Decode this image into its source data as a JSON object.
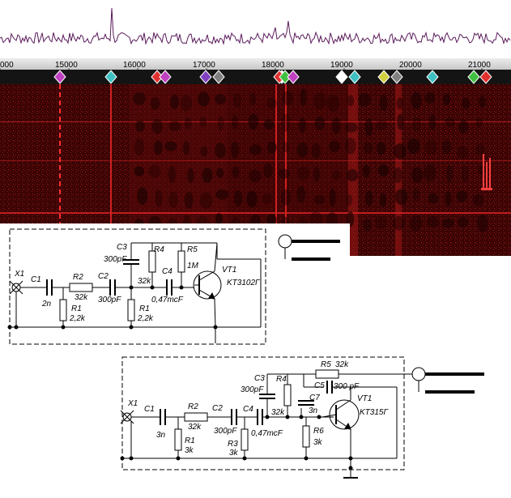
{
  "spectrum": {
    "ruler": {
      "labels": [
        "000",
        "15000",
        "16000",
        "17000",
        "18000",
        "19000",
        "20000",
        "21000"
      ]
    },
    "markers": [
      {
        "id": "m1",
        "color": "#c040c0"
      },
      {
        "id": "m2",
        "color": "#40c0c0"
      },
      {
        "id": "m3",
        "color": "#e03030"
      },
      {
        "id": "m4",
        "color": "#c040c0"
      },
      {
        "id": "m5",
        "color": "#8040c0"
      },
      {
        "id": "m6",
        "color": "#808080"
      },
      {
        "id": "m7",
        "color": "#ffffff"
      },
      {
        "id": "m8",
        "color": "#e03030"
      },
      {
        "id": "m9",
        "color": "#40c040"
      },
      {
        "id": "m10",
        "color": "#c040c0"
      },
      {
        "id": "m11",
        "color": "#ffffff"
      },
      {
        "id": "m12",
        "color": "#40c0c0"
      },
      {
        "id": "m13",
        "color": "#d0d040"
      },
      {
        "id": "m14",
        "color": "#808080"
      },
      {
        "id": "m15",
        "color": "#40c0c0"
      },
      {
        "id": "m16",
        "color": "#40c040"
      },
      {
        "id": "m17",
        "color": "#e03030"
      },
      {
        "id": "m18",
        "color": "#d0d040"
      }
    ]
  },
  "circuit1": {
    "x1": "X1",
    "c1": "C1",
    "c1_val": "2n",
    "r2": "R2",
    "r2_val": "32k",
    "r1": "R1",
    "r1_val": "2,2k",
    "c2": "C2",
    "c2_val": "300pF",
    "c3": "C3",
    "c3_val": "300pF",
    "r4": "R4",
    "r4_val": "32k",
    "r5": "R5",
    "r5_val": "1M",
    "c4": "C4",
    "c4_val": "0,47mcF",
    "r1b": "R1",
    "r1b_val": "2,2k",
    "vt": "VT1",
    "vt_val": "KT3102Г"
  },
  "circuit2": {
    "x1": "X1",
    "c1": "C1",
    "c1_val": "3n",
    "r2": "R2",
    "r2_val": "32k",
    "r1": "R1",
    "r1_val": "3k",
    "c2": "C2",
    "c2_val": "300pF",
    "c3": "C3",
    "c3_val": "300pF",
    "r4": "R4",
    "r4_val": "32k",
    "c4": "C4",
    "c4_val": "0,47mcF",
    "r3": "R3",
    "r3_val": "3k",
    "r5": "R5",
    "r5_val": "32k",
    "c5": "C5",
    "c5_val": "300 pF",
    "c7": "C7",
    "c7_val": "3n",
    "r6": "R6",
    "r6_val": "3k",
    "vt": "VT1",
    "vt_val": "KT315Г"
  }
}
